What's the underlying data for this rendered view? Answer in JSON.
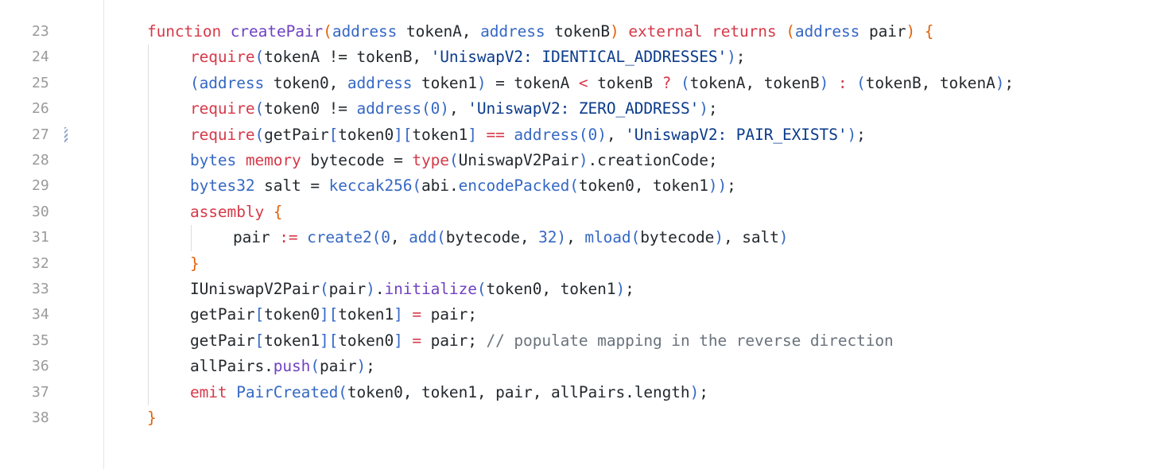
{
  "editor": {
    "colors": {
      "keyword": "#d63a49",
      "type": "#3568c4",
      "function": "#6f42c1",
      "string": "#0b3b8c",
      "punctuation": "#e36209",
      "identifier": "#24292e",
      "comment": "#6a737d",
      "line_number": "#9a9a9a"
    },
    "modified_marker_line": "27",
    "lines": [
      {
        "num": "23",
        "indent": 0,
        "tokens": [
          {
            "t": "function ",
            "k": "kw"
          },
          {
            "t": "createPair",
            "k": "fn"
          },
          {
            "t": "(",
            "k": "pun"
          },
          {
            "t": "address ",
            "k": "ty"
          },
          {
            "t": "tokenA, ",
            "k": "id"
          },
          {
            "t": "address ",
            "k": "ty"
          },
          {
            "t": "tokenB",
            "k": "id"
          },
          {
            "t": ") ",
            "k": "pun"
          },
          {
            "t": "external returns ",
            "k": "kw"
          },
          {
            "t": "(",
            "k": "pun"
          },
          {
            "t": "address ",
            "k": "ty"
          },
          {
            "t": "pair",
            "k": "id"
          },
          {
            "t": ") {",
            "k": "pun"
          }
        ]
      },
      {
        "num": "24",
        "indent": 1,
        "tokens": [
          {
            "t": "require",
            "k": "kw"
          },
          {
            "t": "(",
            "k": "brk"
          },
          {
            "t": "tokenA ",
            "k": "id"
          },
          {
            "t": "!= ",
            "k": "id"
          },
          {
            "t": "tokenB, ",
            "k": "id"
          },
          {
            "t": "'UniswapV2: IDENTICAL_ADDRESSES'",
            "k": "str"
          },
          {
            "t": ")",
            "k": "brk"
          },
          {
            "t": ";",
            "k": "id"
          }
        ]
      },
      {
        "num": "25",
        "indent": 1,
        "tokens": [
          {
            "t": "(",
            "k": "brk"
          },
          {
            "t": "address ",
            "k": "ty"
          },
          {
            "t": "token0, ",
            "k": "id"
          },
          {
            "t": "address ",
            "k": "ty"
          },
          {
            "t": "token1",
            "k": "id"
          },
          {
            "t": ") ",
            "k": "brk"
          },
          {
            "t": "= ",
            "k": "id"
          },
          {
            "t": "tokenA ",
            "k": "id"
          },
          {
            "t": "< ",
            "k": "op"
          },
          {
            "t": "tokenB ",
            "k": "id"
          },
          {
            "t": "? ",
            "k": "op"
          },
          {
            "t": "(",
            "k": "brk"
          },
          {
            "t": "tokenA, tokenB",
            "k": "id"
          },
          {
            "t": ") ",
            "k": "brk"
          },
          {
            "t": ": ",
            "k": "op"
          },
          {
            "t": "(",
            "k": "brk"
          },
          {
            "t": "tokenB, tokenA",
            "k": "id"
          },
          {
            "t": ")",
            "k": "brk"
          },
          {
            "t": ";",
            "k": "id"
          }
        ]
      },
      {
        "num": "26",
        "indent": 1,
        "tokens": [
          {
            "t": "require",
            "k": "kw"
          },
          {
            "t": "(",
            "k": "brk"
          },
          {
            "t": "token0 != ",
            "k": "id"
          },
          {
            "t": "address",
            "k": "ty"
          },
          {
            "t": "(",
            "k": "brk"
          },
          {
            "t": "0",
            "k": "num"
          },
          {
            "t": ")",
            "k": "brk"
          },
          {
            "t": ", ",
            "k": "id"
          },
          {
            "t": "'UniswapV2: ZERO_ADDRESS'",
            "k": "str"
          },
          {
            "t": ")",
            "k": "brk"
          },
          {
            "t": ";",
            "k": "id"
          }
        ]
      },
      {
        "num": "27",
        "indent": 1,
        "tokens": [
          {
            "t": "require",
            "k": "kw"
          },
          {
            "t": "(",
            "k": "brk"
          },
          {
            "t": "getPair",
            "k": "id"
          },
          {
            "t": "[",
            "k": "brk"
          },
          {
            "t": "token0",
            "k": "id"
          },
          {
            "t": "][",
            "k": "brk"
          },
          {
            "t": "token1",
            "k": "id"
          },
          {
            "t": "] ",
            "k": "brk"
          },
          {
            "t": "== ",
            "k": "op"
          },
          {
            "t": "address",
            "k": "ty"
          },
          {
            "t": "(",
            "k": "brk"
          },
          {
            "t": "0",
            "k": "num"
          },
          {
            "t": ")",
            "k": "brk"
          },
          {
            "t": ", ",
            "k": "id"
          },
          {
            "t": "'UniswapV2: PAIR_EXISTS'",
            "k": "str"
          },
          {
            "t": ")",
            "k": "brk"
          },
          {
            "t": ";",
            "k": "id"
          }
        ]
      },
      {
        "num": "28",
        "indent": 1,
        "tokens": [
          {
            "t": "bytes ",
            "k": "ty"
          },
          {
            "t": "memory ",
            "k": "kw"
          },
          {
            "t": "bytecode ",
            "k": "id"
          },
          {
            "t": "= ",
            "k": "id"
          },
          {
            "t": "type",
            "k": "kw"
          },
          {
            "t": "(",
            "k": "brk"
          },
          {
            "t": "UniswapV2Pair",
            "k": "id"
          },
          {
            "t": ")",
            "k": "brk"
          },
          {
            "t": ".creationCode;",
            "k": "id"
          }
        ]
      },
      {
        "num": "29",
        "indent": 1,
        "tokens": [
          {
            "t": "bytes32 ",
            "k": "ty"
          },
          {
            "t": "salt = ",
            "k": "id"
          },
          {
            "t": "keccak256",
            "k": "ty"
          },
          {
            "t": "(",
            "k": "brk"
          },
          {
            "t": "abi",
            "k": "id"
          },
          {
            "t": ".",
            "k": "id"
          },
          {
            "t": "encodePacked",
            "k": "ty"
          },
          {
            "t": "(",
            "k": "brk"
          },
          {
            "t": "token0, token1",
            "k": "id"
          },
          {
            "t": "))",
            "k": "brk"
          },
          {
            "t": ";",
            "k": "id"
          }
        ]
      },
      {
        "num": "30",
        "indent": 1,
        "tokens": [
          {
            "t": "assembly ",
            "k": "kw"
          },
          {
            "t": "{",
            "k": "pun"
          }
        ]
      },
      {
        "num": "31",
        "indent": 2,
        "tokens": [
          {
            "t": "pair ",
            "k": "id"
          },
          {
            "t": ":= ",
            "k": "op"
          },
          {
            "t": "create2",
            "k": "ty"
          },
          {
            "t": "(",
            "k": "brk"
          },
          {
            "t": "0",
            "k": "num"
          },
          {
            "t": ", ",
            "k": "id"
          },
          {
            "t": "add",
            "k": "ty"
          },
          {
            "t": "(",
            "k": "brk"
          },
          {
            "t": "bytecode, ",
            "k": "id"
          },
          {
            "t": "32",
            "k": "num"
          },
          {
            "t": ")",
            "k": "brk"
          },
          {
            "t": ", ",
            "k": "id"
          },
          {
            "t": "mload",
            "k": "ty"
          },
          {
            "t": "(",
            "k": "brk"
          },
          {
            "t": "bytecode",
            "k": "id"
          },
          {
            "t": ")",
            "k": "brk"
          },
          {
            "t": ", salt",
            "k": "id"
          },
          {
            "t": ")",
            "k": "brk"
          }
        ]
      },
      {
        "num": "32",
        "indent": 1,
        "tokens": [
          {
            "t": "}",
            "k": "pun"
          }
        ]
      },
      {
        "num": "33",
        "indent": 1,
        "tokens": [
          {
            "t": "IUniswapV2Pair",
            "k": "id"
          },
          {
            "t": "(",
            "k": "brk"
          },
          {
            "t": "pair",
            "k": "id"
          },
          {
            "t": ")",
            "k": "brk"
          },
          {
            "t": ".",
            "k": "id"
          },
          {
            "t": "initialize",
            "k": "fn"
          },
          {
            "t": "(",
            "k": "brk"
          },
          {
            "t": "token0, token1",
            "k": "id"
          },
          {
            "t": ")",
            "k": "brk"
          },
          {
            "t": ";",
            "k": "id"
          }
        ]
      },
      {
        "num": "34",
        "indent": 1,
        "tokens": [
          {
            "t": "getPair",
            "k": "id"
          },
          {
            "t": "[",
            "k": "brk"
          },
          {
            "t": "token0",
            "k": "id"
          },
          {
            "t": "][",
            "k": "brk"
          },
          {
            "t": "token1",
            "k": "id"
          },
          {
            "t": "] ",
            "k": "brk"
          },
          {
            "t": "= ",
            "k": "op"
          },
          {
            "t": "pair;",
            "k": "id"
          }
        ]
      },
      {
        "num": "35",
        "indent": 1,
        "tokens": [
          {
            "t": "getPair",
            "k": "id"
          },
          {
            "t": "[",
            "k": "brk"
          },
          {
            "t": "token1",
            "k": "id"
          },
          {
            "t": "][",
            "k": "brk"
          },
          {
            "t": "token0",
            "k": "id"
          },
          {
            "t": "] ",
            "k": "brk"
          },
          {
            "t": "= ",
            "k": "op"
          },
          {
            "t": "pair; ",
            "k": "id"
          },
          {
            "t": "// populate mapping in the reverse direction",
            "k": "com"
          }
        ]
      },
      {
        "num": "36",
        "indent": 1,
        "tokens": [
          {
            "t": "allPairs.",
            "k": "id"
          },
          {
            "t": "push",
            "k": "fn"
          },
          {
            "t": "(",
            "k": "brk"
          },
          {
            "t": "pair",
            "k": "id"
          },
          {
            "t": ")",
            "k": "brk"
          },
          {
            "t": ";",
            "k": "id"
          }
        ]
      },
      {
        "num": "37",
        "indent": 1,
        "tokens": [
          {
            "t": "emit ",
            "k": "kw"
          },
          {
            "t": "PairCreated",
            "k": "ty"
          },
          {
            "t": "(",
            "k": "brk"
          },
          {
            "t": "token0, token1, pair, allPairs.length",
            "k": "id"
          },
          {
            "t": ")",
            "k": "brk"
          },
          {
            "t": ";",
            "k": "id"
          }
        ]
      },
      {
        "num": "38",
        "indent": 0,
        "tokens": [
          {
            "t": "}",
            "k": "pun"
          }
        ]
      }
    ]
  }
}
